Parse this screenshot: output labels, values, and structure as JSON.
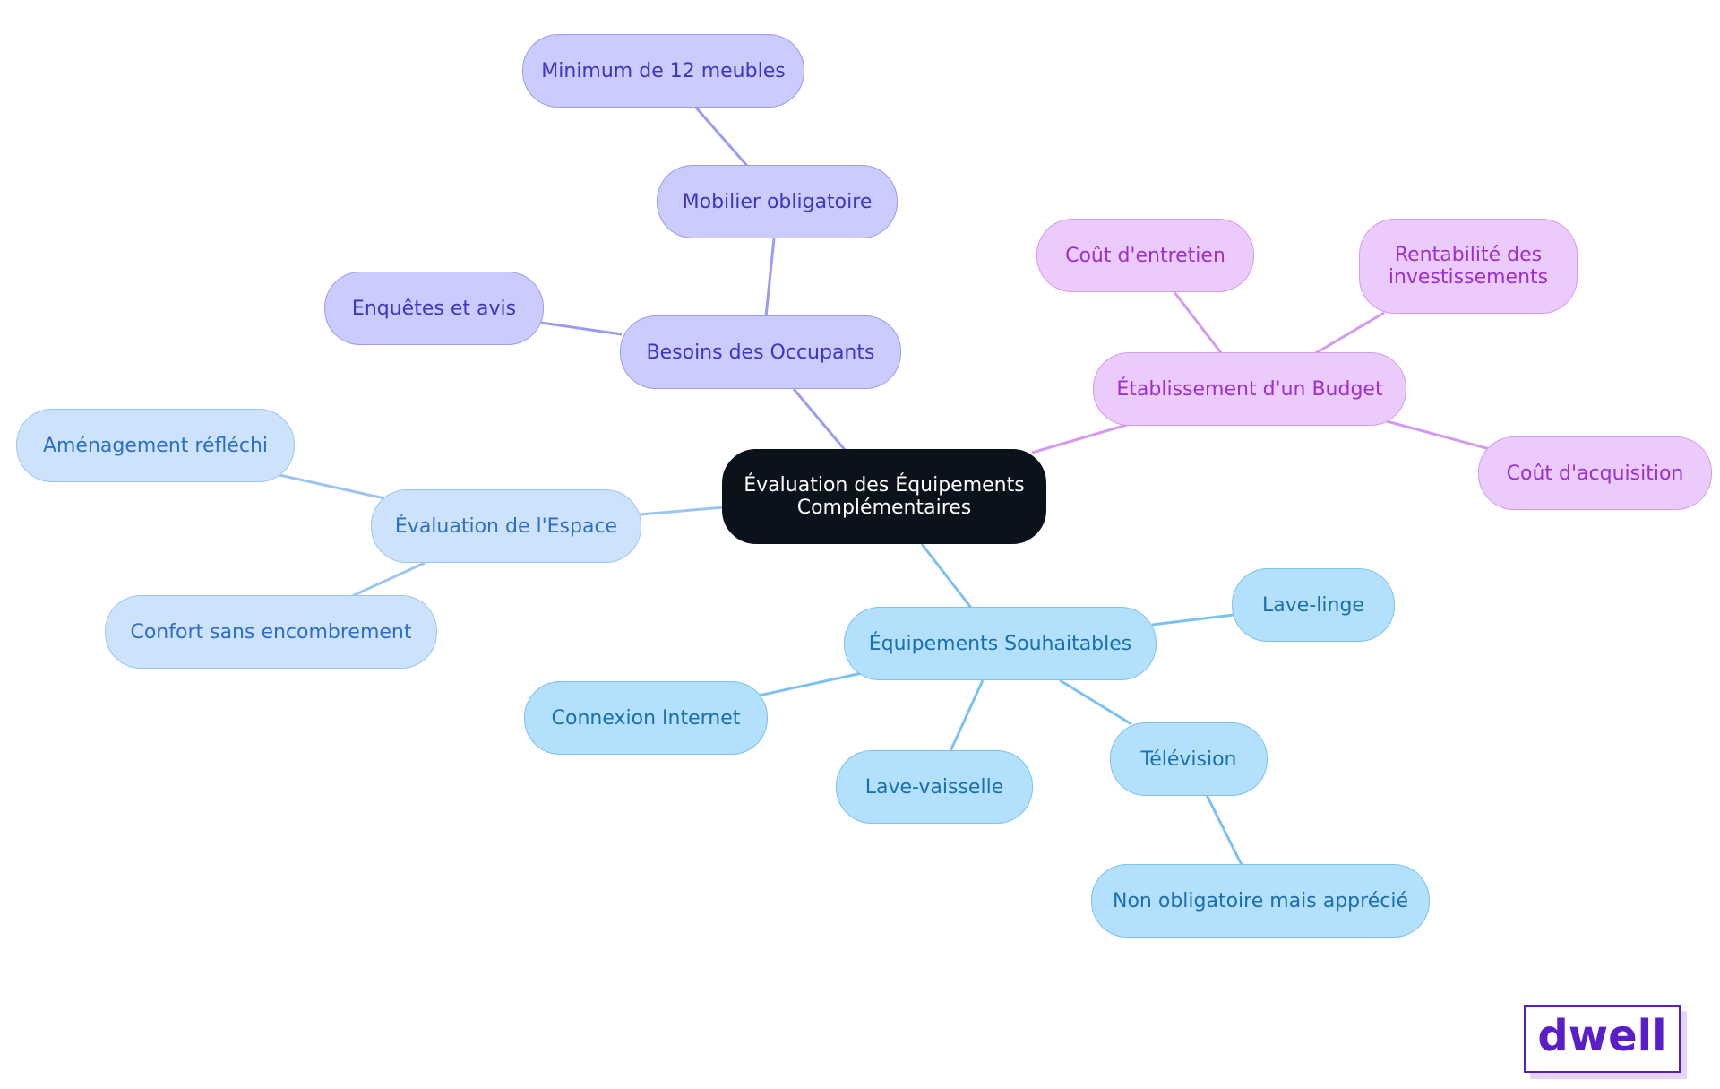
{
  "mindmap": {
    "root": "Évaluation des Équipements Complémentaires",
    "branches": [
      {
        "label": "Besoins des Occupants",
        "children": [
          {
            "label": "Mobilier obligatoire",
            "children": [
              {
                "label": "Minimum de 12 meubles"
              }
            ]
          },
          {
            "label": "Enquêtes et avis"
          }
        ]
      },
      {
        "label": "Établissement d'un Budget",
        "children": [
          {
            "label": "Coût d'entretien"
          },
          {
            "label": "Rentabilité des investissements"
          },
          {
            "label": "Coût d'acquisition"
          }
        ]
      },
      {
        "label": "Évaluation de l'Espace",
        "children": [
          {
            "label": "Aménagement réfléchi"
          },
          {
            "label": "Confort sans encombrement"
          }
        ]
      },
      {
        "label": "Équipements Souhaitables",
        "children": [
          {
            "label": "Lave-linge"
          },
          {
            "label": "Connexion Internet"
          },
          {
            "label": "Lave-vaisselle"
          },
          {
            "label": "Télévision",
            "children": [
              {
                "label": "Non obligatoire mais apprécié"
              }
            ]
          }
        ]
      }
    ]
  },
  "colors": {
    "root_bg": "#0c121b",
    "indigo_fill": "#cbcbfd",
    "violet_fill": "#ebcbfb",
    "sky_fill": "#b3e0fc",
    "pale_fill": "#cde3fb",
    "brand": "#5a1ec8"
  },
  "logo": {
    "text": "dwell"
  }
}
